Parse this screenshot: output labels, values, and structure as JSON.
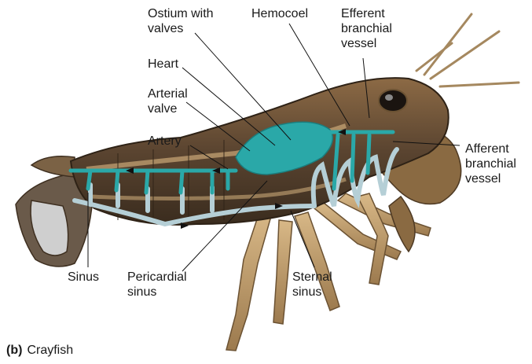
{
  "caption": {
    "letter": "(b)",
    "title": "Crayfish"
  },
  "labels": {
    "ostium": "Ostium with\nvalves",
    "hemocoel": "Hemocoel",
    "efferent": "Efferent\nbranchial\nvessel",
    "heart": "Heart",
    "arterial_valve": "Arterial\nvalve",
    "artery": "Artery",
    "afferent": "Afferent\nbranchial\nvessel",
    "sinus": "Sinus",
    "pericardial": "Pericardial\nsinus",
    "sternal": "Sternal\nsinus"
  },
  "colors": {
    "vessel": "#2aa8a8",
    "sinus_vessel": "#b5cfd6",
    "body_dark": "#4a3a28",
    "body_light": "#b08a5e",
    "leg": "#c9a676"
  }
}
